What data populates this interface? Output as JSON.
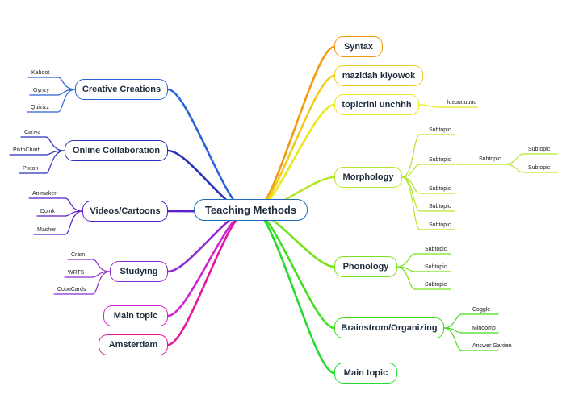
{
  "center": "Teaching Methods",
  "left": [
    {
      "label": "Creative Creations",
      "color": "#2a63d6",
      "children": [
        "Kahoot",
        "Gynzy",
        "Quizizz"
      ]
    },
    {
      "label": "Online Collaboration",
      "color": "#2a32b8",
      "children": [
        "Canva",
        "PiktoChart",
        "Pixton"
      ]
    },
    {
      "label": "Videos/Cartoons",
      "color": "#5a1fc6",
      "children": [
        "Animaker",
        "Dolnk",
        "Masher"
      ]
    },
    {
      "label": "Studying",
      "color": "#8d2cd0",
      "children": [
        "Cram",
        "WRTS",
        "CoboCards"
      ]
    },
    {
      "label": "Main topic",
      "color": "#d023d0",
      "children": []
    },
    {
      "label": "Amsterdam",
      "color": "#e3169f",
      "children": []
    }
  ],
  "right": [
    {
      "label": "Syntax",
      "color": "#f39a13",
      "children": []
    },
    {
      "label": "mazidah kiyowok",
      "color": "#f2cc1a",
      "children": []
    },
    {
      "label": "topicrini unchhh",
      "color": "#e8e81a",
      "children": [
        "lucuuuuuuu"
      ]
    },
    {
      "label": "Morphology",
      "color": "#b4e62a",
      "children": [
        "Subtopic",
        "Subtopic",
        "Subtopic",
        "Subtopic",
        "Subtopic"
      ],
      "grandchildren": [
        "Subtopic",
        "Subtopic"
      ]
    },
    {
      "label": "Phonology",
      "color": "#79e21e",
      "children": [
        "Subtopic",
        "Subtopic",
        "Subtopic"
      ]
    },
    {
      "label": "Brainstrom/Organizing",
      "color": "#44de1e",
      "children": [
        "Coggle",
        "Mindomo",
        "Answer Garden"
      ]
    },
    {
      "label": "Main topic",
      "color": "#25da2e",
      "children": []
    }
  ]
}
